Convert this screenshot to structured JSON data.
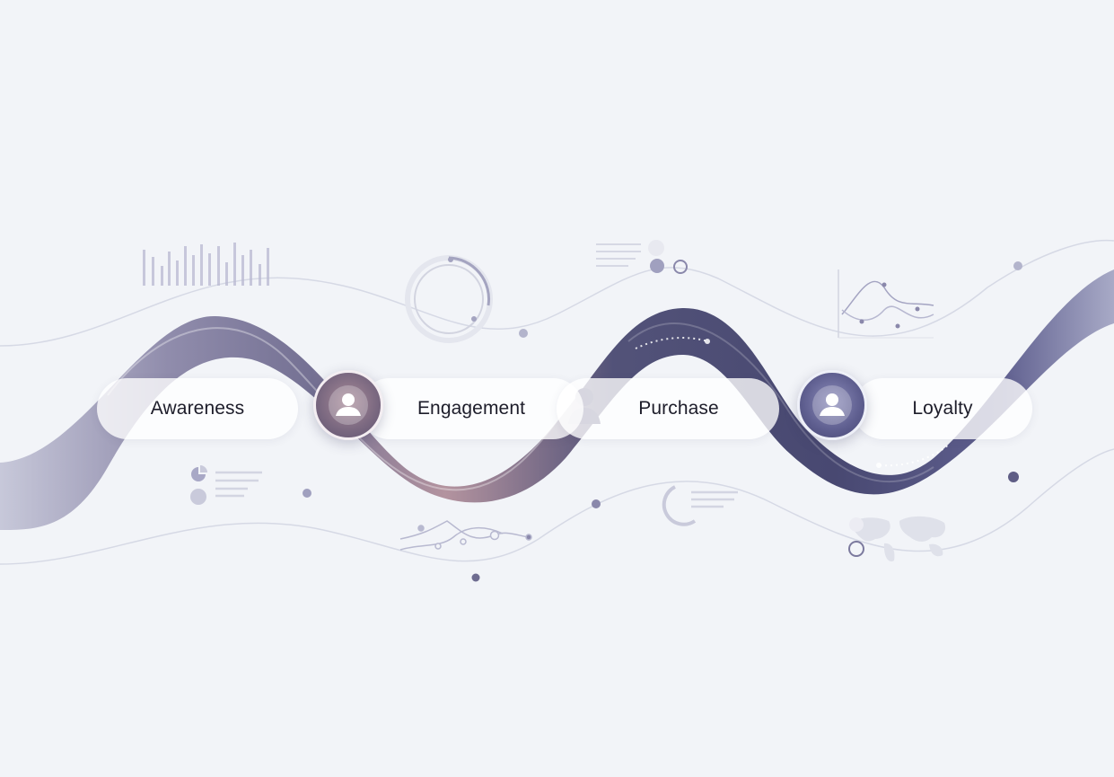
{
  "stages": [
    {
      "label": "Awareness"
    },
    {
      "label": "Engagement"
    },
    {
      "label": "Purchase"
    },
    {
      "label": "Loyalty"
    }
  ],
  "icons": {
    "stage_avatar": "user-avatar-icon",
    "person": "person-icon"
  },
  "colors": {
    "background": "#f2f4f8",
    "wave_dark": "#3f3f6a",
    "wave_mauve": "#b08e9a",
    "wave_light": "#b4b4cc",
    "accent_line": "#d3d6e3",
    "dot": "#8a88ab"
  }
}
